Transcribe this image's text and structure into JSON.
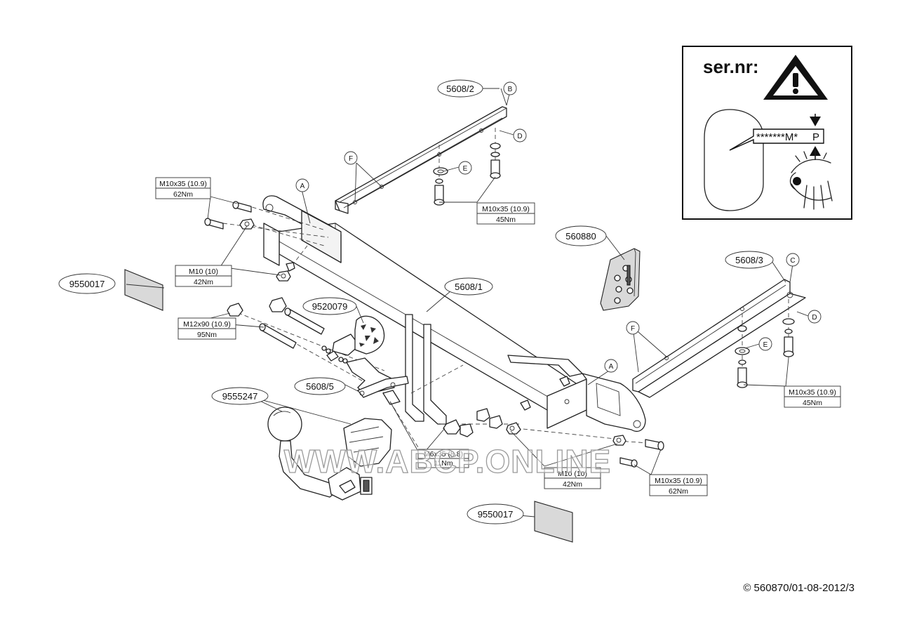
{
  "serial_panel": {
    "title": "ser.nr:",
    "plate_text": "*******M*",
    "plate_suffix": "P"
  },
  "part_numbers": {
    "bar_left_top": "5608/2",
    "bar_right": "5608/3",
    "main_bar": "5608/1",
    "bracket": "5608/5",
    "socket_holder": "9520079",
    "ball": "9555247",
    "kit": "560880",
    "doc_left": "9550017",
    "doc_bottom": "9550017"
  },
  "reference_letters": {
    "a_left": "A",
    "a_right": "A",
    "b": "B",
    "c": "C",
    "d_top": "D",
    "d_right": "D",
    "e_top": "E",
    "e_right": "E",
    "f_top": "F",
    "f_right": "F"
  },
  "torque_specs": {
    "top_left": {
      "bolt": "M10x35 (10.9)",
      "torque": "62Nm"
    },
    "top_center": {
      "bolt": "M10x35 (10.9)",
      "torque": "45Nm"
    },
    "left_nut": {
      "bolt": "M10 (10)",
      "torque": "42Nm"
    },
    "left_m12": {
      "bolt": "M12x90 (10.9)",
      "torque": "95Nm"
    },
    "center_m6": {
      "bolt": "M6x35 (8.8)",
      "torque": "11Nm"
    },
    "center_nut": {
      "bolt": "M10 (10)",
      "torque": "42Nm"
    },
    "right_bottom": {
      "bolt": "M10x35 (10.9)",
      "torque": "62Nm"
    },
    "right_side": {
      "bolt": "M10x35 (10.9)",
      "torque": "45Nm"
    }
  },
  "watermark": "WWW.ABCP.ONLINE",
  "copyright": "© 560870/01-08-2012/3"
}
